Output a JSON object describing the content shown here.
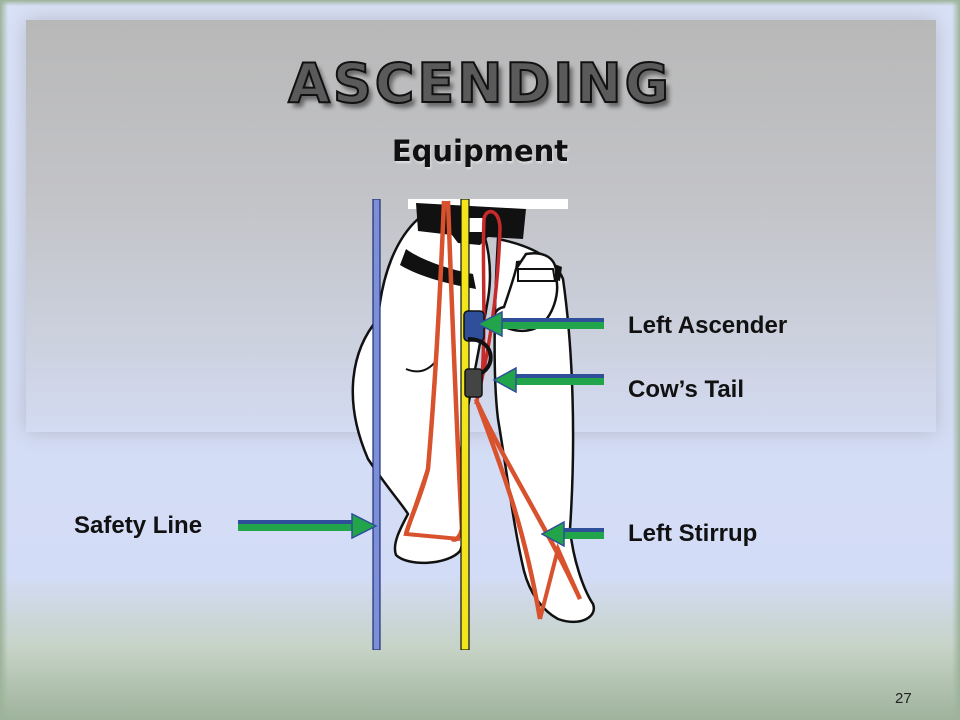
{
  "slide": {
    "title": "ASCENDING",
    "subtitle": "Equipment",
    "page_number": "27"
  },
  "callouts": {
    "left_ascender": "Left Ascender",
    "cows_tail": "Cow’s Tail",
    "left_stirrup": "Left Stirrup",
    "safety_line": "Safety Line"
  },
  "colors": {
    "arrow_green": "#22a54a",
    "arrow_blue": "#2f4f9a",
    "safety_line": "#7d8fd6",
    "main_rope": "#f2e51c",
    "stirrup": "#d8522e",
    "cows_tail": "#c52b2b"
  }
}
